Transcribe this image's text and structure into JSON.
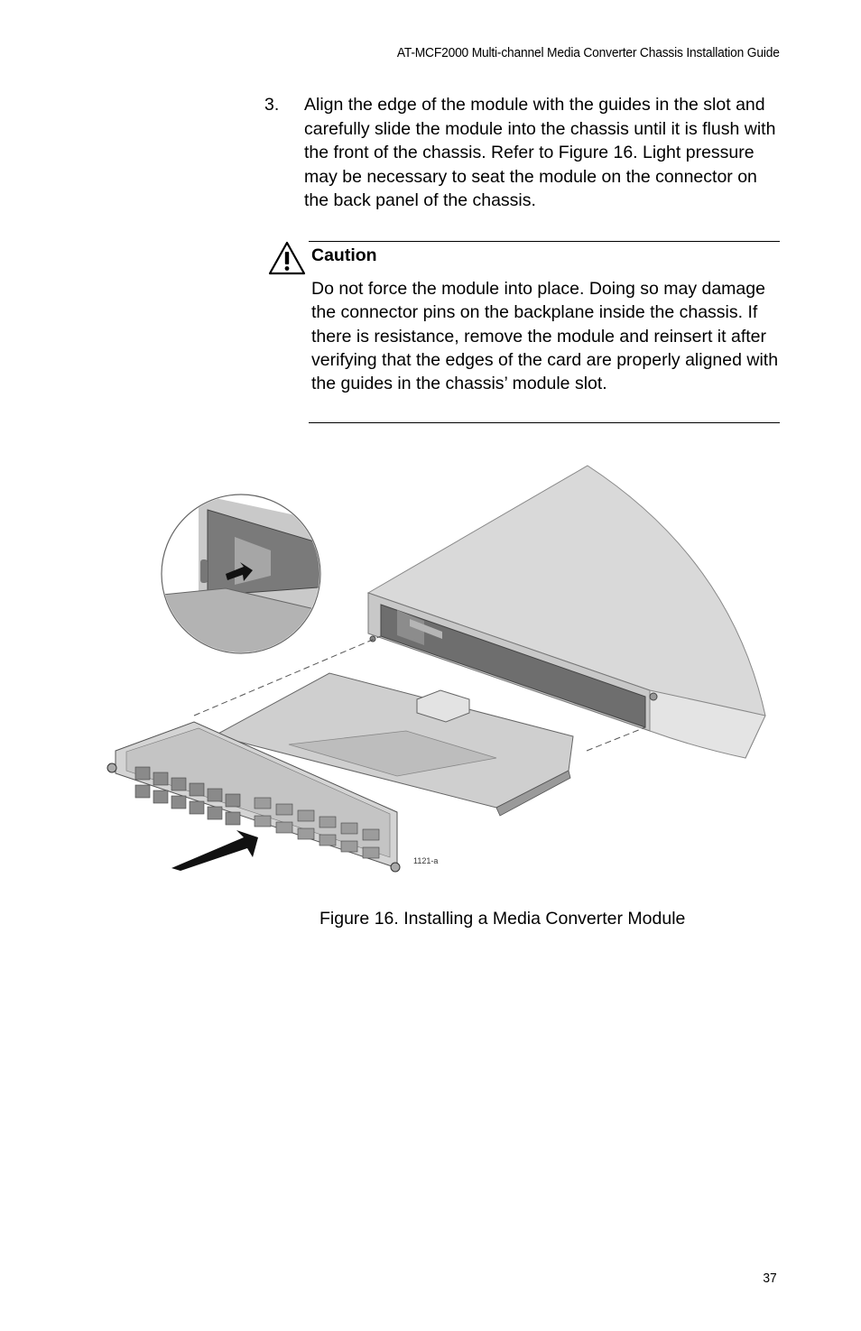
{
  "header": {
    "title": "AT-MCF2000 Multi-channel Media Converter Chassis Installation Guide"
  },
  "step": {
    "number": "3.",
    "text": "Align the edge of the module with the guides in the slot and carefully slide the module into the chassis until it is flush with the front of the chassis. Refer to Figure 16. Light pressure may be necessary to seat the module on the connector on the back panel of the chassis."
  },
  "caution": {
    "icon": "warning-triangle-icon",
    "title": "Caution",
    "text": "Do not force the module into place. Doing so may damage the connector pins on the backplane inside the chassis. If there is resistance, remove the module and reinsert it after verifying that the edges of the card are properly aligned with the guides in the chassis’ module slot."
  },
  "figure": {
    "code": "1121-a",
    "caption": "Figure 16. Installing a Media Converter Module"
  },
  "footer": {
    "page_number": "37"
  }
}
